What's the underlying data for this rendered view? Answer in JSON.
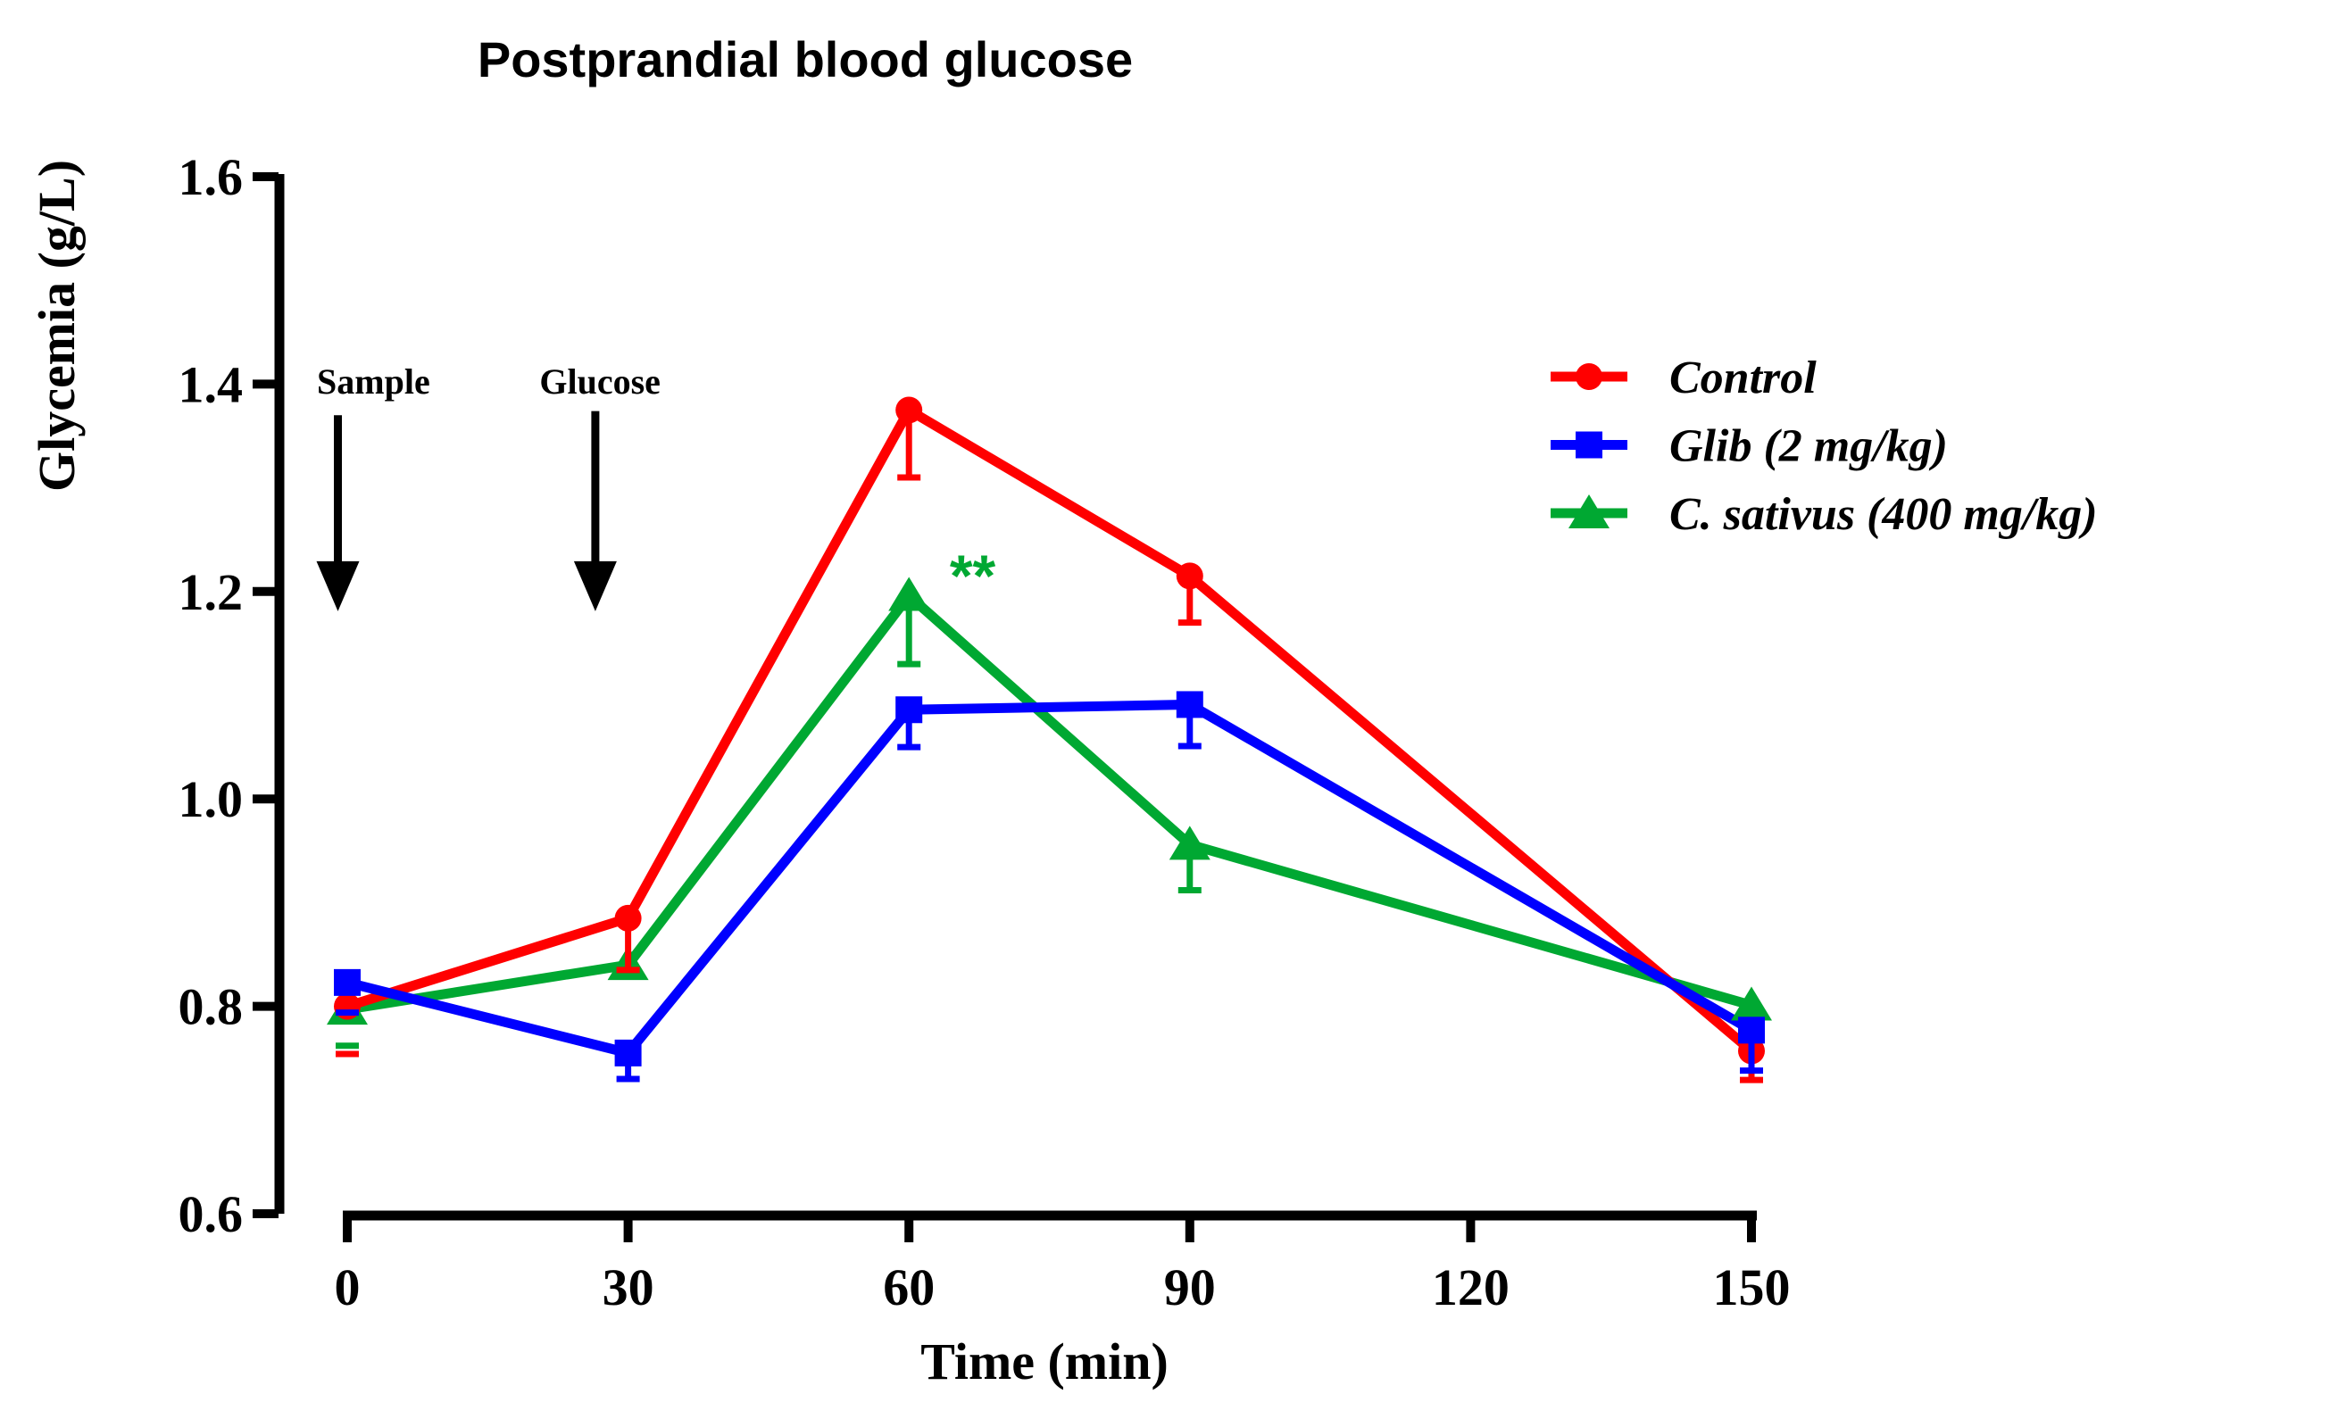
{
  "chart_data": {
    "type": "line",
    "title": "Postprandial blood glucose",
    "xlabel": "Time (min)",
    "ylabel": "Glycemia (g/L)",
    "xlim": [
      0,
      150
    ],
    "ylim": [
      0.6,
      1.6
    ],
    "xticks": [
      "0",
      "30",
      "60",
      "90",
      "120",
      "150"
    ],
    "yticks": [
      "0.6",
      "0.8",
      "1.0",
      "1.2",
      "1.4",
      "1.6"
    ],
    "grid": false,
    "legend_position": "right",
    "x": [
      0,
      30,
      60,
      90,
      150
    ],
    "series": [
      {
        "name": "Control",
        "color": "#ff0000",
        "marker": "circle",
        "values": [
          0.8,
          0.885,
          1.375,
          1.215,
          0.757
        ],
        "error_low": [
          0.754,
          0.835,
          1.31,
          1.17,
          0.729
        ],
        "error_cap_only_at": [
          0
        ]
      },
      {
        "name": "Glib (2 mg/kg)",
        "color": "#0000ff",
        "marker": "square",
        "values": [
          0.823,
          0.755,
          1.086,
          1.091,
          0.777
        ],
        "error_low": [
          0.794,
          0.73,
          1.05,
          1.051,
          0.738
        ],
        "error_cap_only_at": [
          0
        ]
      },
      {
        "name": "C. sativus (400 mg/kg)",
        "color": "#00a832",
        "marker": "triangle",
        "values": [
          0.797,
          0.84,
          1.196,
          0.956,
          0.801
        ],
        "error_low": [
          0.762,
          null,
          1.13,
          0.912,
          null
        ],
        "error_cap_only_at": [
          0
        ]
      }
    ],
    "annotations": {
      "sample": {
        "text": "Sample",
        "x_min": 2.8,
        "y_val": 1.402,
        "arrow_x_min": -1.0,
        "arrow_y_from": 1.37,
        "arrow_y_to": 1.181
      },
      "glucose": {
        "text": "Glucose",
        "x_min": 27.0,
        "y_val": 1.402,
        "arrow_x_min": 26.5,
        "arrow_y_from": 1.374,
        "arrow_y_to": 1.181
      },
      "significance": {
        "text": "**",
        "x_min": 66.8,
        "y_val": 1.224,
        "color": "#00a832"
      }
    }
  }
}
